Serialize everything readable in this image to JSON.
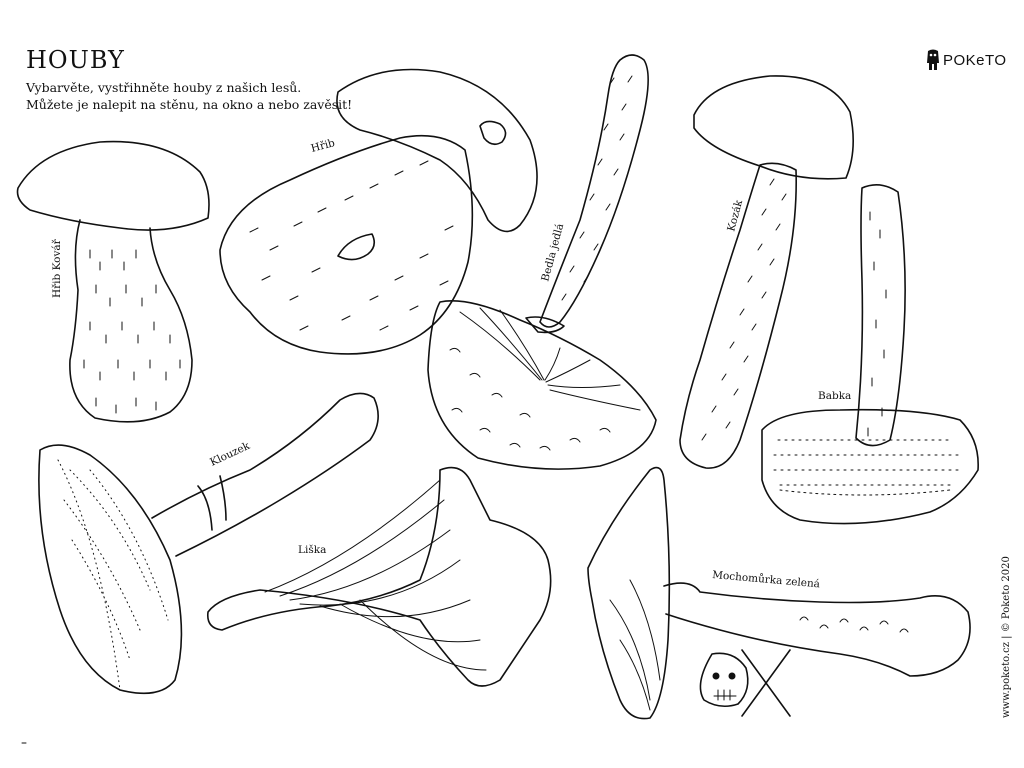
{
  "header": {
    "title": "HOUBY",
    "line1": "Vybarvěte, vystřihněte houby z našich lesů.",
    "line2": "Můžete je nalepit na stěnu, na okno a nebo zavěsit!"
  },
  "logo": {
    "text": "POKeTO",
    "icon": "poketo-monster-icon"
  },
  "mushrooms": {
    "hrib_kovar": "Hřib Kovář",
    "hrib": "Hřib",
    "bedla": "Bedla jedlá",
    "kozak": "Kozák",
    "babka": "Babka",
    "klouzek": "Klouzek",
    "liska": "Liška",
    "mochomurka": "Mochomůrka zelená"
  },
  "footer": {
    "text": "www.poketo.cz | © Poketo 2020"
  },
  "icons": [
    "skull-crossbones-icon"
  ]
}
